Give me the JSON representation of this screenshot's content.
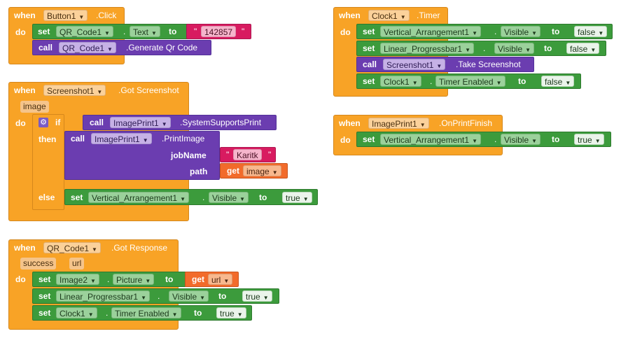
{
  "blocks": {
    "button_click": {
      "when": "when",
      "component": "Button1",
      "event": ".Click",
      "do": "do",
      "set": "set",
      "qr_component": "QR_Code1",
      "dot": ".",
      "property": "Text",
      "to": "to",
      "text_open": "\"",
      "text_value": "142857",
      "text_close": "\"",
      "call": "call",
      "call_component": "QR_Code1",
      "call_method": ".Generate Qr Code"
    },
    "screenshot_got": {
      "when": "when",
      "component": "Screenshot1",
      "event": ".Got Screenshot",
      "param": "image",
      "do": "do",
      "if": "if",
      "then": "then",
      "else": "else",
      "call1": "call",
      "call1_component": "ImagePrint1",
      "call1_method": ".SystemSupportsPrint",
      "call2": "call",
      "call2_component": "ImagePrint1",
      "call2_method": ".PrintImage",
      "jobname_label": "jobName",
      "jobname_open": "\"",
      "jobname_value": "Karitk",
      "jobname_close": "\"",
      "path_label": "path",
      "get": "get",
      "get_var": "image",
      "set": "set",
      "set_component": "Vertical_Arrangement1",
      "dot": ".",
      "set_property": "Visible",
      "to": "to",
      "value": "true"
    },
    "qr_response": {
      "when": "when",
      "component": "QR_Code1",
      "event": ".Got Response",
      "param1": "success",
      "param2": "url",
      "do": "do",
      "set1": "set",
      "set1_component": "Image2",
      "dot": ".",
      "set1_property": "Picture",
      "to": "to",
      "get": "get",
      "get_var": "url",
      "set2": "set",
      "set2_component": "Linear_Progressbar1",
      "set2_property": "Visible",
      "set2_value": "true",
      "set3": "set",
      "set3_component": "Clock1",
      "set3_property": "Timer Enabled",
      "set3_value": "true"
    },
    "clock_timer": {
      "when": "when",
      "component": "Clock1",
      "event": ".Timer",
      "do": "do",
      "set1": "set",
      "set1_component": "Vertical_Arrangement1",
      "dot": ".",
      "set1_property": "Visible",
      "to": "to",
      "set1_value": "false",
      "set2": "set",
      "set2_component": "Linear_Progressbar1",
      "set2_property": "Visible",
      "set2_value": "false",
      "call": "call",
      "call_component": "Screenshot1",
      "call_method": ".Take Screenshot",
      "set3": "set",
      "set3_component": "Clock1",
      "set3_property": "Timer Enabled",
      "set3_value": "false"
    },
    "print_finish": {
      "when": "when",
      "component": "ImagePrint1",
      "event": ".OnPrintFinish",
      "do": "do",
      "set": "set",
      "set_component": "Vertical_Arrangement1",
      "dot": ".",
      "set_property": "Visible",
      "to": "to",
      "value": "true"
    }
  },
  "icons": {
    "dropdown": "dropdown-arrow-icon",
    "mutator": "gear-icon"
  },
  "colors": {
    "event": "#f8a326",
    "set": "#3c9b3c",
    "call": "#6b3db0",
    "text": "#d81b60",
    "get": "#f26b2b"
  }
}
